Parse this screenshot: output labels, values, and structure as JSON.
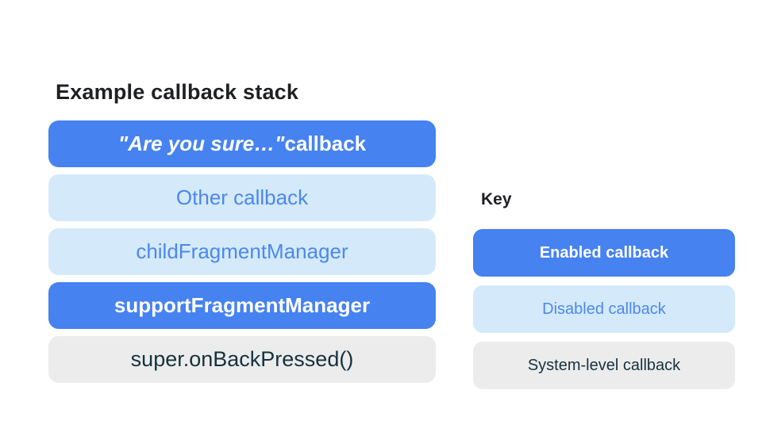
{
  "colors": {
    "enabled_bg": "#4682f0",
    "enabled_text": "#ffffff",
    "disabled_bg": "#d4eafa",
    "disabled_text": "#4c87ef",
    "system_bg": "#ececec",
    "system_text": "#16323f",
    "heading_text": "#1f2023",
    "page_bg": "#ffffff"
  },
  "stack": {
    "title": "Example callback stack",
    "items": [
      {
        "label_italic": "\"Are you sure…\"",
        "label_rest": " callback",
        "type": "enabled"
      },
      {
        "label": "Other callback",
        "type": "disabled"
      },
      {
        "label": "childFragmentManager",
        "type": "disabled"
      },
      {
        "label": "supportFragmentManager",
        "type": "enabled"
      },
      {
        "label": "super.onBackPressed()",
        "type": "system"
      }
    ]
  },
  "key": {
    "title": "Key",
    "items": [
      {
        "label": "Enabled callback",
        "type": "enabled"
      },
      {
        "label": "Disabled callback",
        "type": "disabled"
      },
      {
        "label": "System-level callback",
        "type": "system"
      }
    ]
  }
}
